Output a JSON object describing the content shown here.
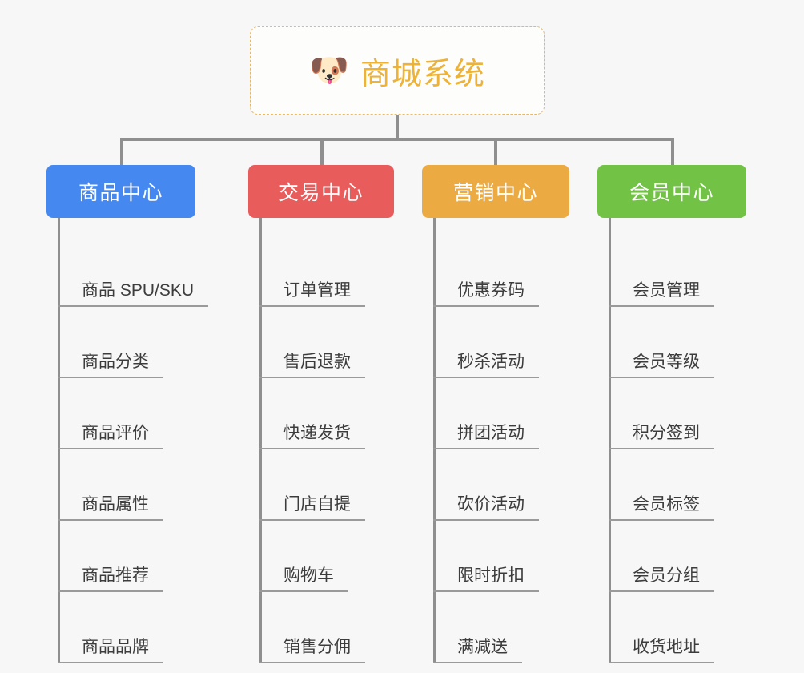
{
  "diagram": {
    "type": "mind-map",
    "background_color": "#f7f7f7",
    "root": {
      "title": "商城系统",
      "icon": "dog-face-emoji",
      "icon_glyph": "🐶",
      "text_color": "#edb339",
      "border_color": "#e8b961",
      "background_color": "#fdfdfc"
    },
    "connector_color": "#8f8f8f",
    "branches": [
      {
        "label": "商品中心",
        "color": "#4589f0",
        "items": [
          "商品 SPU/SKU",
          "商品分类",
          "商品评价",
          "商品属性",
          "商品推荐",
          "商品品牌"
        ]
      },
      {
        "label": "交易中心",
        "color": "#e85c5c",
        "items": [
          "订单管理",
          "售后退款",
          "快递发货",
          "门店自提",
          "购物车",
          "销售分佣"
        ]
      },
      {
        "label": "营销中心",
        "color": "#ebab42",
        "items": [
          "优惠券码",
          "秒杀活动",
          "拼团活动",
          "砍价活动",
          "限时折扣",
          "满减送"
        ]
      },
      {
        "label": "会员中心",
        "color": "#71c245",
        "items": [
          "会员管理",
          "会员等级",
          "积分签到",
          "会员标签",
          "会员分组",
          "收货地址"
        ]
      }
    ]
  }
}
